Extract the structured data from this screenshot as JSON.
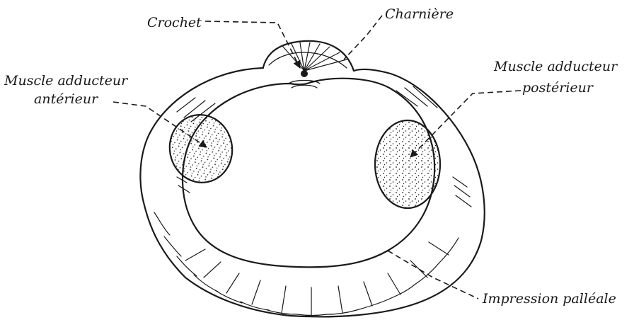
{
  "labels": {
    "crochet": "Crochet",
    "charniere": "Charnière",
    "muscle_anterieur_line1": "Muscle adducteur",
    "muscle_anterieur_line2": "antérieur",
    "muscle_posterieur_line1": "Muscle adducteur",
    "muscle_posterieur_line2": "postérieur",
    "impression_palleale": "Impression palléale"
  },
  "colors": {
    "ink": "#1a1a1a",
    "paper": "#ffffff"
  }
}
